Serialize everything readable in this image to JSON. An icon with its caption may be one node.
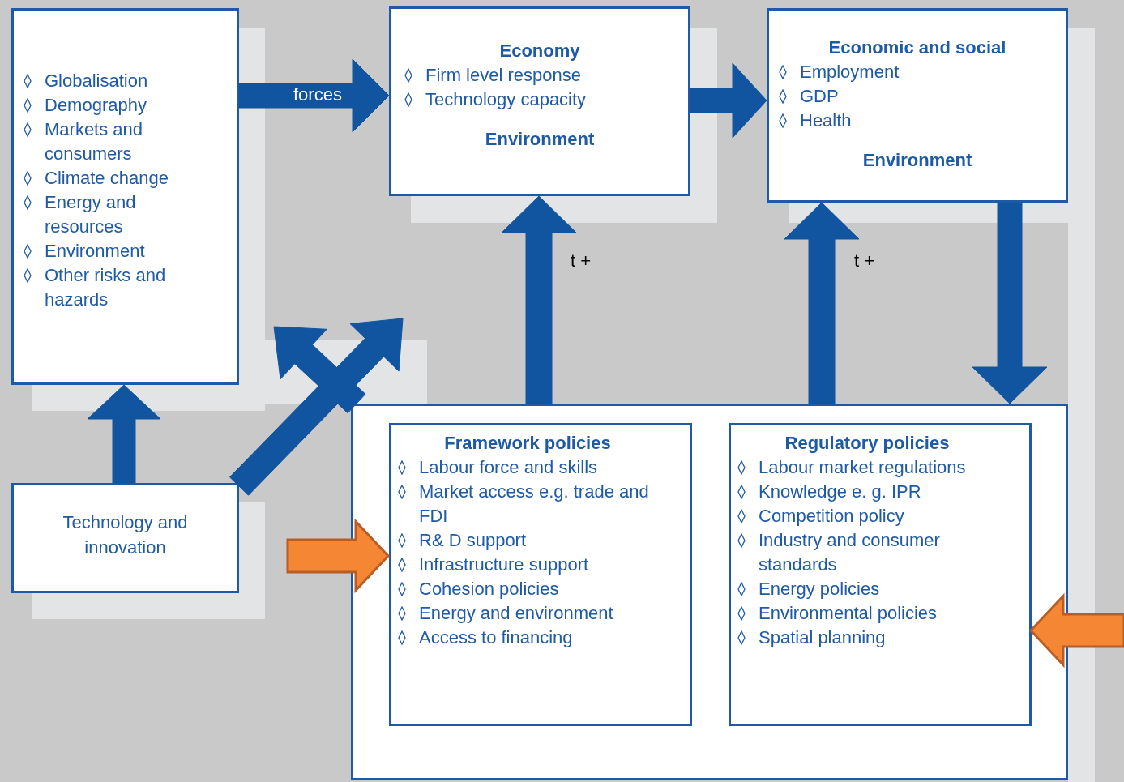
{
  "diagram": {
    "nodes": [
      {
        "text": [
          "Globalisation",
          "Demography",
          "Markets and consumers",
          "Climate change",
          "Energy and resources",
          "Environment",
          "Other risks and hazards"
        ]
      },
      {
        "text": [
          "Economy",
          "Firm level response",
          "Technology capacity",
          "Environment"
        ]
      },
      {
        "text": [
          "Economic and social",
          "Employment",
          "GDP",
          "Health",
          "Environment"
        ]
      },
      {
        "text": [
          "Technology and innovation"
        ]
      },
      {
        "text": [],
        "shape": "box"
      },
      {
        "text": [
          "Framework policies",
          "Labour force and skills",
          "Market access e.g. trade and FDI",
          "R& D support",
          "Infrastructure support",
          "Cohesion policies",
          "Energy and environment",
          "Access to financing"
        ],
        "in": 4
      },
      {
        "text": [
          "Regulatory policies",
          "Labour market regulations",
          "Knowledge e. g. IPR",
          "Competition policy",
          "Industry and consumer standards",
          "Energy policies",
          "Environmental policies",
          "Spatial planning"
        ],
        "in": 4
      }
    ],
    "edges": [
      {
        "from": 0,
        "to": 1,
        "arrow": "to",
        "label": "forces"
      },
      {
        "from": 1,
        "to": 2,
        "arrow": "to"
      },
      {
        "from": 4,
        "to": 1,
        "arrow": "to",
        "label": "t +"
      },
      {
        "from": 4,
        "to": 2,
        "arrow": "to",
        "label": "t +"
      },
      {
        "from": 2,
        "to": 4,
        "arrow": "to"
      },
      {
        "from": 3,
        "to": 0,
        "arrow": "to"
      },
      {
        "from": 4,
        "to": null,
        "arrow": "to"
      },
      {
        "from": 3,
        "to": null,
        "arrow": "to"
      },
      {
        "from": null,
        "to": 5,
        "arrow": "to",
        "color": "#f58634"
      },
      {
        "from": null,
        "to": 6,
        "arrow": "to",
        "color": "#f58634"
      }
    ]
  }
}
